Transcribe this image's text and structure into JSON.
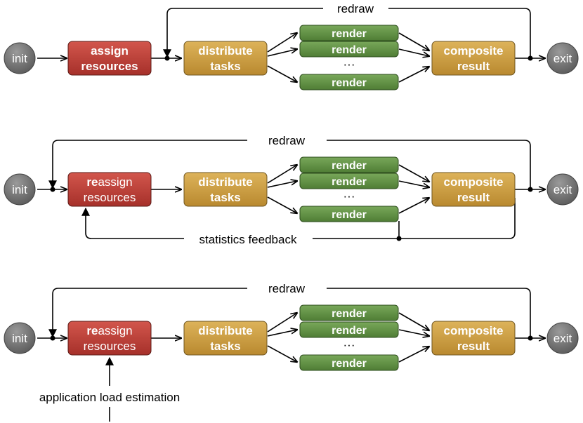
{
  "colors": {
    "node_gray": "#6b6b6b",
    "assign_red": "#b23a32",
    "distribute_gold": "#c99b3a",
    "render_green": "#5a8a3e",
    "composite_gold": "#c99b3a"
  },
  "labels": {
    "init": "init",
    "exit": "exit",
    "render": "render",
    "dots": "···",
    "redraw": "redraw",
    "statistics_feedback": "statistics feedback",
    "application_load_estimation": "application load estimation"
  },
  "rows": [
    {
      "assign_line1": "assign",
      "assign_line2": "resources",
      "distribute_line1": "distribute",
      "distribute_line2": "tasks",
      "composite_line1": "composite",
      "composite_line2": "result"
    },
    {
      "assign_prefix": "re",
      "assign_rest": "assign",
      "assign_line2": "resources",
      "distribute_line1": "distribute",
      "distribute_line2": "tasks",
      "composite_line1": "composite",
      "composite_line2": "result"
    },
    {
      "assign_prefix": "re",
      "assign_rest": "assign",
      "assign_line2": "resources",
      "distribute_line1": "distribute",
      "distribute_line2": "tasks",
      "composite_line1": "composite",
      "composite_line2": "result"
    }
  ]
}
